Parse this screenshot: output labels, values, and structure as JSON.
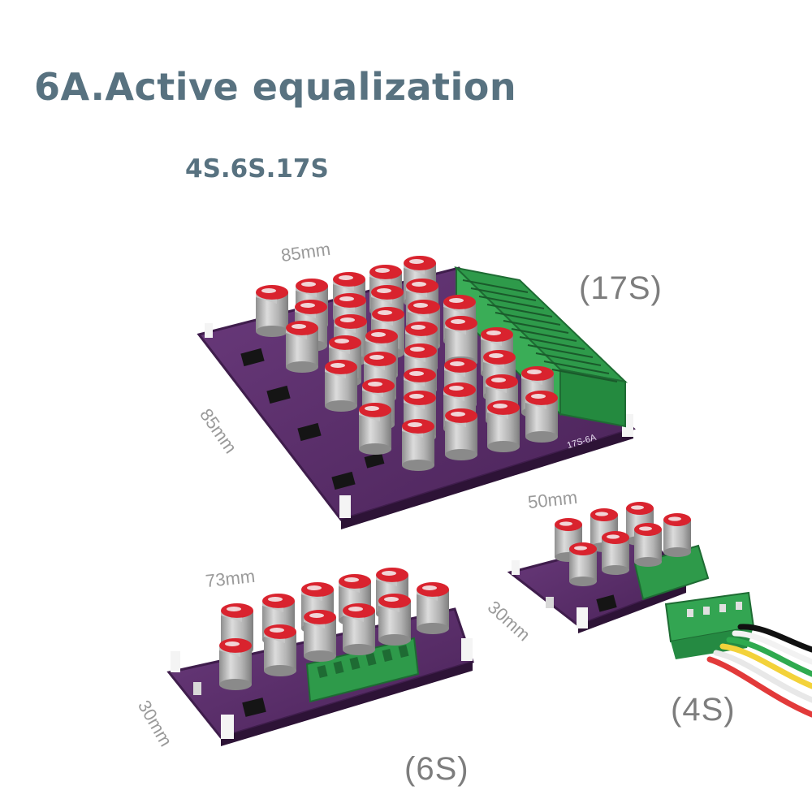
{
  "header": {
    "title": "6A.Active equalization",
    "subtitle": "4S.6S.17S"
  },
  "boards": {
    "board_17s": {
      "variant_label": "(17S)",
      "width_label": "85mm",
      "depth_label": "85mm",
      "silkscreen": "17S-6A"
    },
    "board_6s": {
      "variant_label": "(6S)",
      "width_label": "73mm",
      "depth_label": "30mm"
    },
    "board_4s": {
      "variant_label": "(4S)",
      "width_label": "50mm",
      "depth_label": "30mm"
    }
  },
  "colors": {
    "title": "#587280",
    "pcb": "#5b2d6b",
    "pcb_edge": "#3f1d4c",
    "capacitor_body": "#b9b9b9",
    "capacitor_top": "#d9232e",
    "terminal_block": "#2e9a4a",
    "wires": [
      "#111111",
      "#f2f2f2",
      "#2faa4f",
      "#f3d23a",
      "#e8e8e8",
      "#e23a3a"
    ]
  }
}
